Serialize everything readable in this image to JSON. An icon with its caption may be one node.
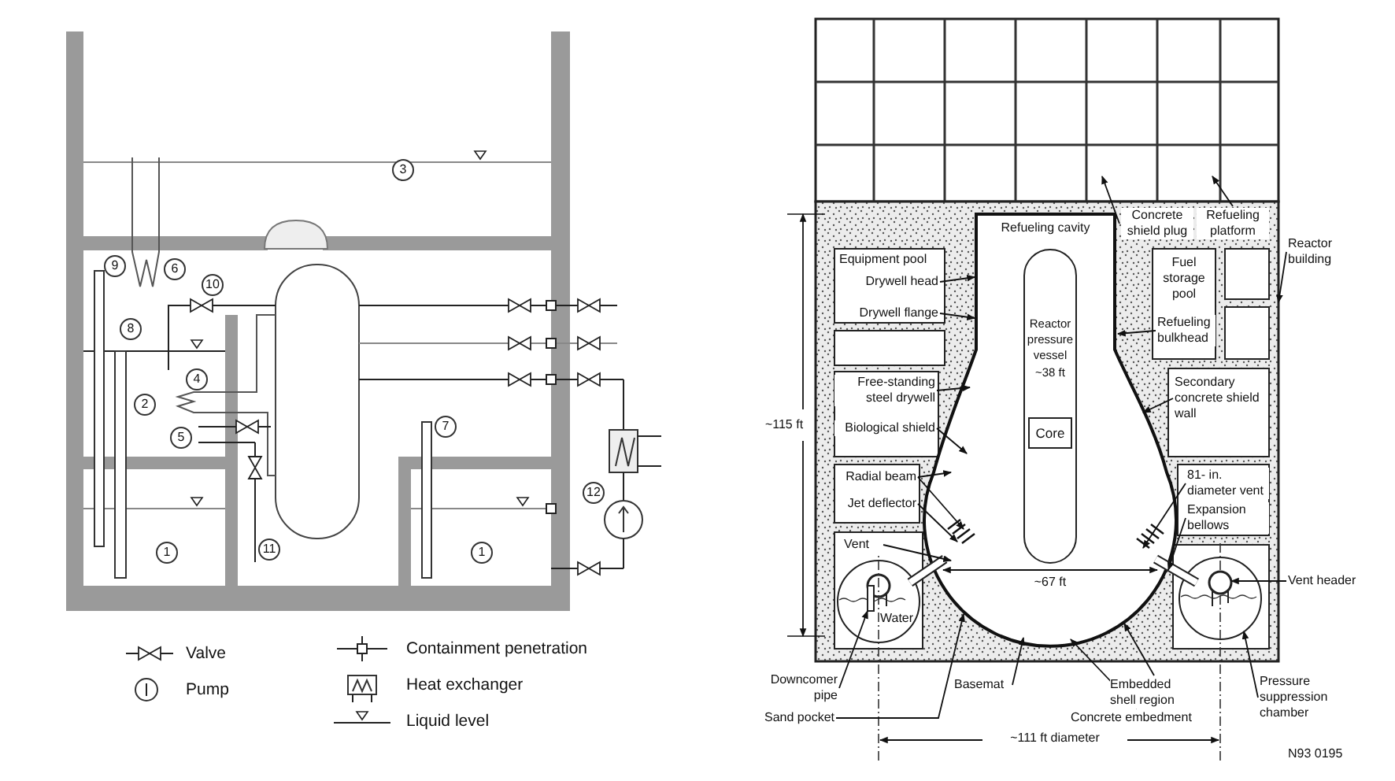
{
  "diagram": {
    "nodes": [
      {
        "text": [
          "Reactor pressure vessel",
          "~38 ft"
        ]
      },
      {
        "text": [
          "Core"
        ],
        "in": 0
      },
      {
        "text": [
          "Concrete shield plug"
        ]
      },
      {
        "text": [
          "Refueling platform"
        ]
      },
      {
        "text": [
          "Reactor building"
        ]
      },
      {
        "text": [
          "Drywell head"
        ]
      },
      {
        "text": [
          "Drywell flange"
        ]
      },
      {
        "text": [
          "Refueling bulkhead"
        ]
      },
      {
        "text": [
          "Free-standing steel drywell"
        ]
      },
      {
        "text": [
          "Biological shield"
        ]
      },
      {
        "text": [
          "Secondary concrete shield wall"
        ]
      },
      {
        "text": [
          "Radial beam"
        ]
      },
      {
        "text": [
          "Jet deflector"
        ]
      },
      {
        "text": [
          "81- in. diameter vent"
        ]
      },
      {
        "text": [
          "Expansion bellows"
        ]
      },
      {
        "text": [
          "Vent"
        ]
      },
      {
        "text": [
          "Vent header"
        ]
      },
      {
        "text": [
          "Downcomer pipe"
        ]
      },
      {
        "text": [
          "Sand pocket"
        ]
      },
      {
        "text": [
          "Basemat"
        ]
      },
      {
        "text": [
          "Embedded shell region"
        ]
      },
      {
        "text": [
          "Concrete embedment"
        ]
      },
      {
        "text": [
          "Pressure suppression chamber"
        ]
      },
      {
        "text": [],
        "shape": "bar"
      },
      {
        "text": [],
        "shape": "circle"
      }
    ],
    "edges": [
      {
        "from": 2,
        "to": null,
        "arrow": "to"
      },
      {
        "from": 3,
        "to": null,
        "arrow": "to"
      },
      {
        "from": 4,
        "to": null,
        "arrow": "to"
      },
      {
        "from": 5,
        "to": null,
        "arrow": "to"
      },
      {
        "from": 6,
        "to": null,
        "arrow": "to"
      },
      {
        "from": 7,
        "to": null,
        "arrow": "to"
      },
      {
        "from": 8,
        "to": null,
        "arrow": "to"
      },
      {
        "from": 9,
        "to": null,
        "arrow": "to"
      },
      {
        "from": 10,
        "to": null,
        "arrow": "to"
      },
      {
        "from": 11,
        "to": null,
        "arrow": "to"
      },
      {
        "from": 11,
        "to": null,
        "arrow": "to"
      },
      {
        "from": 12,
        "to": null,
        "arrow": "to"
      },
      {
        "from": 13,
        "to": null,
        "arrow": "to"
      },
      {
        "from": 14,
        "to": null,
        "arrow": "to"
      },
      {
        "from": 15,
        "to": null,
        "arrow": "to"
      },
      {
        "from": 16,
        "to": 24,
        "arrow": "to"
      },
      {
        "from": 17,
        "to": 23,
        "arrow": "to"
      },
      {
        "from": 18,
        "to": null,
        "arrow": "to"
      },
      {
        "from": 19,
        "to": null,
        "arrow": "to"
      },
      {
        "from": 20,
        "to": null,
        "arrow": "to"
      },
      {
        "from": 21,
        "to": null,
        "arrow": "to"
      },
      {
        "from": 22,
        "to": null,
        "arrow": "to"
      }
    ],
    "labels": [
      "3",
      "9",
      "6",
      "10",
      "8",
      "4",
      "2",
      "5",
      "7",
      "12",
      "11",
      "1",
      "1",
      "Equipment pool",
      "Refueling cavity",
      "Fuel storage pool",
      "~115 ft",
      "~67 ft",
      "Water",
      "~111 ft diameter",
      "N93 0195"
    ],
    "legend": [
      {
        "text": "Valve"
      },
      {
        "text": "Pump"
      },
      {
        "text": "Containment penetration"
      },
      {
        "text": "Heat exchanger"
      },
      {
        "text": "Liquid level"
      }
    ]
  }
}
